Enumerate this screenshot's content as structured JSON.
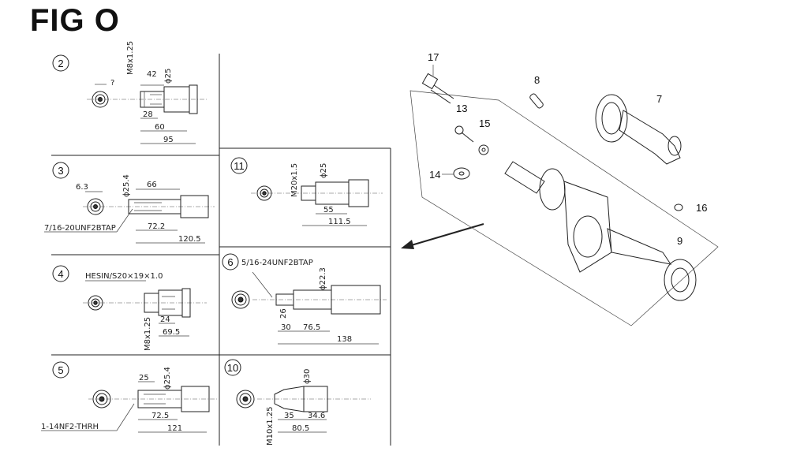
{
  "title": "FIG O",
  "variants": {
    "v2": {
      "num": "2",
      "thread": "M8x1.25",
      "d1": "?",
      "d2": "42",
      "dia": "ϕ25",
      "d3": "28",
      "d4": "60",
      "d5": "95"
    },
    "v3": {
      "num": "3",
      "d_dia": "ϕ25.4",
      "d1": "6.3",
      "d2": "66",
      "d3": "72.2",
      "d4": "120.5",
      "thread": "7/16-20UNF2BTAP"
    },
    "v4": {
      "num": "4",
      "thread_top": "HESIN/S20×19×1.0",
      "thread_side": "M8x1.25",
      "d1": "24",
      "d2": "69.5"
    },
    "v5": {
      "num": "5",
      "d1": "25",
      "dia": "ϕ25.4",
      "d2": "72.5",
      "d3": "121",
      "thread": "1-14NF2-THRH"
    },
    "v6": {
      "num": "6",
      "thread": "5/16-24UNF2BTAP",
      "dia": "ϕ22.3",
      "d1": "26",
      "d2": "30",
      "d3": "76.5",
      "d4": "138"
    },
    "v10": {
      "num": "10",
      "dia": "ϕ30",
      "thread": "M10x1.25",
      "d1": "35",
      "d2": "34.6",
      "d3": "80.5"
    },
    "v11": {
      "num": "11",
      "thread": "M20x1.5",
      "dia": "ϕ25",
      "d1": "55",
      "d2": "111.5"
    }
  },
  "parts": [
    "17",
    "8",
    "7",
    "13",
    "15",
    "14",
    "16",
    "9"
  ]
}
